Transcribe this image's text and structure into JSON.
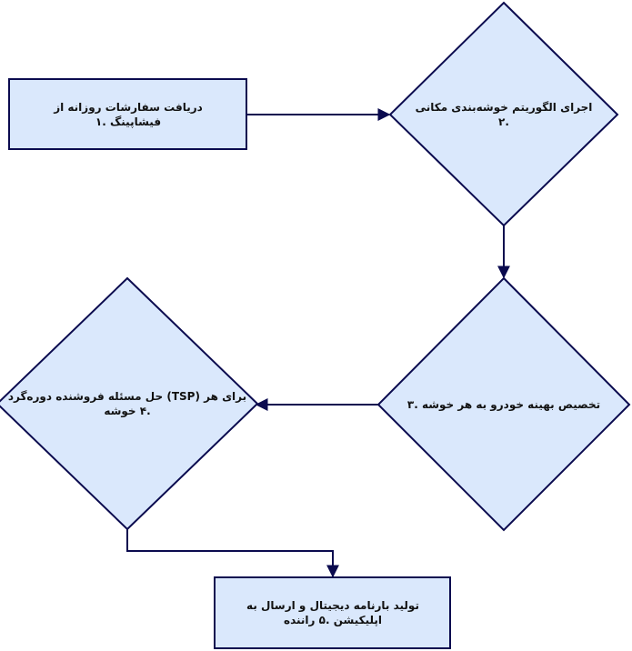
{
  "diagram": {
    "colors": {
      "fill": "#dae8fc",
      "stroke": "#0b0b4f",
      "text": "#111111"
    },
    "nodes": [
      {
        "id": "step-1",
        "shape": "rectangle",
        "text": "دریافت سفارشات روزانه از فیشاپینگ .۱"
      },
      {
        "id": "step-2",
        "shape": "diamond",
        "text": "اجرای الگوریتم خوشه‌بندی مکانی .۲"
      },
      {
        "id": "step-3",
        "shape": "diamond",
        "text": "تخصیص بهینه خودرو به هر خوشه .۳"
      },
      {
        "id": "step-4",
        "shape": "diamond",
        "text": "برای هر (TSP) حل مسئله فروشنده دوره‌گرد .۴ خوشه"
      },
      {
        "id": "step-5",
        "shape": "rectangle",
        "text": "تولید بارنامه دیجیتال و ارسال به اپلیکیشن .۵ راننده"
      }
    ],
    "edges": [
      {
        "from": "step-1",
        "to": "step-2"
      },
      {
        "from": "step-2",
        "to": "step-3"
      },
      {
        "from": "step-3",
        "to": "step-4"
      },
      {
        "from": "step-4",
        "to": "step-5"
      }
    ]
  }
}
